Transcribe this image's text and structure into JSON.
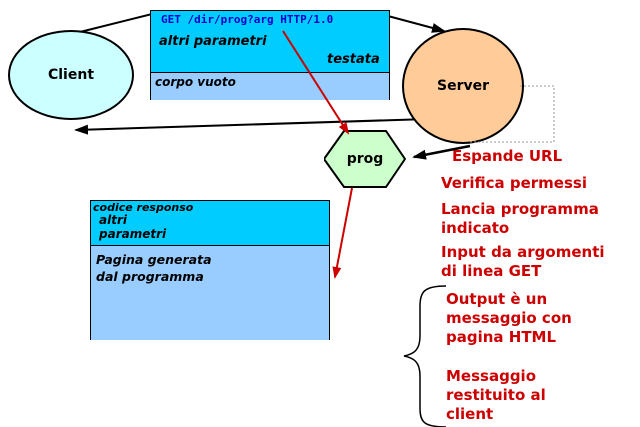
{
  "nodes": {
    "client_label": "Client",
    "server_label": "Server",
    "prog_label": "prog"
  },
  "request": {
    "request_line": "GET /dir/prog?arg HTTP/1.0",
    "other_params": "altri parametri",
    "header_label": "testata",
    "empty_body_label": "corpo vuoto"
  },
  "response": {
    "status_label": "codice responso",
    "params_word1": "altri",
    "params_word2": "parametri",
    "body_text": "Pagina generata\ndal programma"
  },
  "annotations": [
    "Espande URL",
    "Verifica permessi",
    "Lancia programma\nindicato",
    "Input da argomenti\ndi linea GET",
    "Output è un\nmessaggio con\npagina HTML",
    "Messaggio\nrestituito al\nclient"
  ],
  "colors": {
    "client_fill": "#CCFFFF",
    "server_fill": "#FFCC99",
    "prog_fill": "#CCFFCC",
    "request_header_bg": "#00CCFF",
    "request_body_bg": "#99CCFF",
    "request_line_color": "#0000CC",
    "annotation_color": "#CC0000"
  }
}
